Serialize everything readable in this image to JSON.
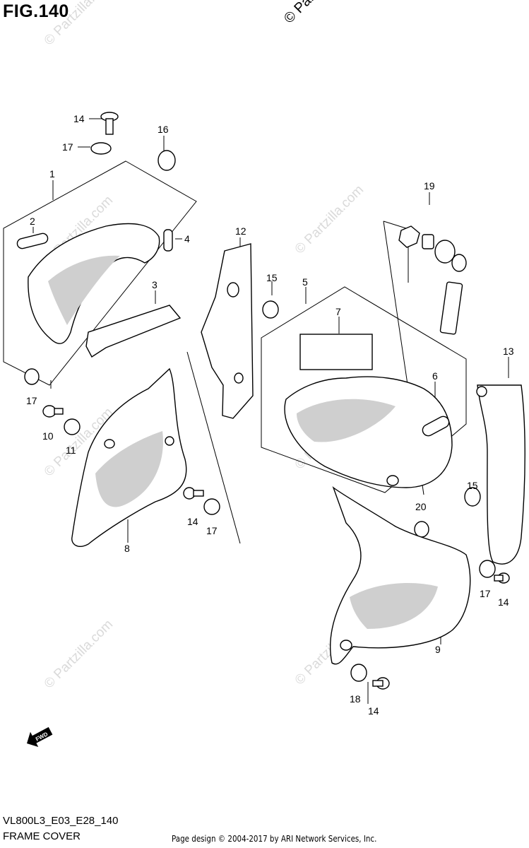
{
  "figure": {
    "title": "FIG.140",
    "copyright": "© Partzilla"
  },
  "watermark": "© Partzilla.com",
  "footer": {
    "model_code": "VL800L3_E03_E28_140",
    "section_name": "FRAME COVER",
    "credit": "Page design © 2004-2017 by ARI Network Services, Inc."
  },
  "fwd_label": "FWD",
  "callouts": {
    "c14a": "14",
    "c17a": "17",
    "c16": "16",
    "c1": "1",
    "c2": "2",
    "c4": "4",
    "c3": "3",
    "c17b": "17",
    "c10": "10",
    "c11": "11",
    "c12": "12",
    "c15a": "15",
    "c5": "5",
    "c7": "7",
    "c6": "6",
    "c19": "19",
    "c13": "13",
    "c8": "8",
    "c14b": "14",
    "c17c": "17",
    "c20": "20",
    "c15b": "15",
    "c9": "9",
    "c17d": "17",
    "c14c": "14",
    "c18": "18",
    "c14d": "14"
  }
}
